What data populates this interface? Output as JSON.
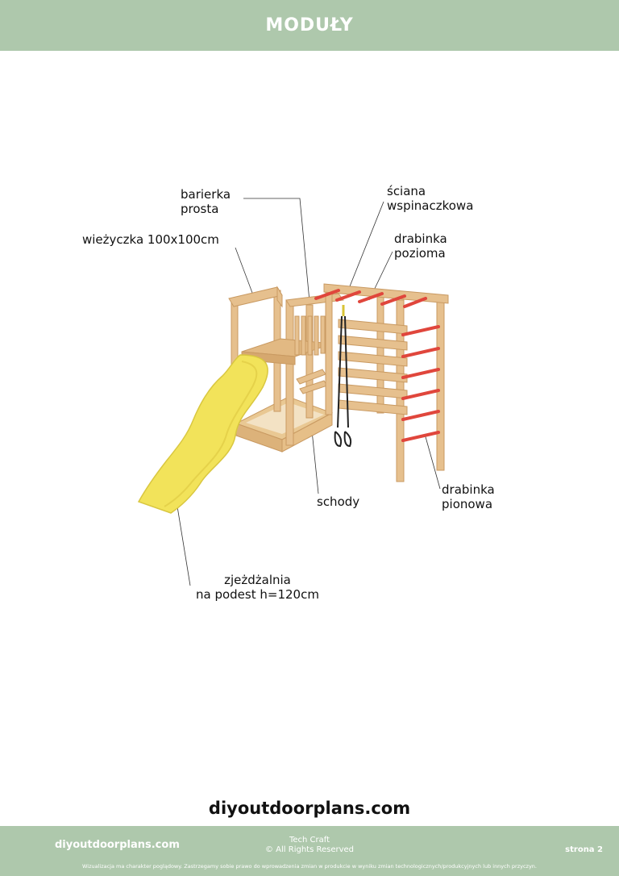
{
  "header": {
    "title": "MODUŁY"
  },
  "labels": {
    "barierka": [
      "barierka",
      "prosta"
    ],
    "wiezyczka": "wieżyczka 100x100cm",
    "sciana": [
      "ściana",
      "wspinaczkowa"
    ],
    "drabinka_pozioma": [
      "drabinka",
      "pozioma"
    ],
    "schody": "schody",
    "drabinka_pionowa": [
      "drabinka",
      "pionowa"
    ],
    "zjezdzalnia": [
      "zjeżdżalnia",
      "na podest h=120cm"
    ]
  },
  "website": "diyoutdoorplans.com",
  "footer": {
    "site": "diyoutdoorplans.com",
    "brand": "Tech Craft",
    "copyright": "© All Rights Reserved",
    "page": "strona 2",
    "disclaimer": "Wizualizacja ma charakter poglądowy. Zastrzegamy sobie prawo do wprowadzenia zmian w produkcie w wyniku zmian technologicznych/produkcyjnych lub innych przyczyn."
  },
  "colors": {
    "header_bg": "#aec8ac",
    "wood": "#e6c08e",
    "wood_dark": "#c99a62",
    "slide": "#f2e35a",
    "rung": "#e0463c"
  }
}
